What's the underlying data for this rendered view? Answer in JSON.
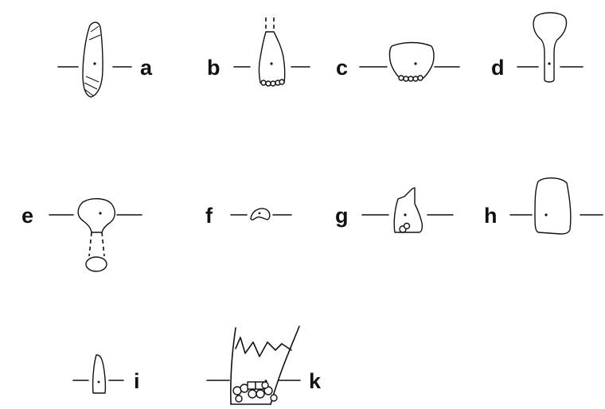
{
  "labels": {
    "a": "a",
    "b": "b",
    "c": "c",
    "d": "d",
    "e": "e",
    "f": "f",
    "g": "g",
    "h": "h",
    "i": "i",
    "k": "k"
  }
}
